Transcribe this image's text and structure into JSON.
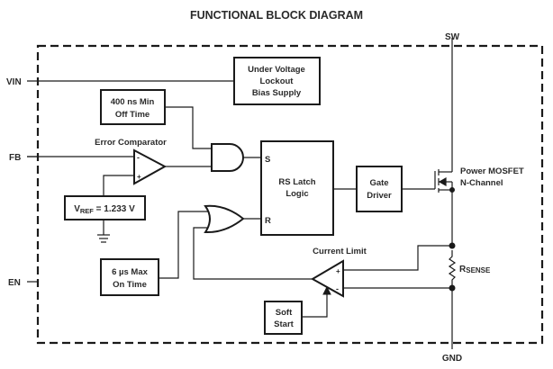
{
  "title": "FUNCTIONAL BLOCK DIAGRAM",
  "pins": {
    "vin": "VIN",
    "fb": "FB",
    "en": "EN",
    "sw": "SW",
    "gnd": "GND"
  },
  "blocks": {
    "uvlo": [
      "Under Voltage",
      "Lockout",
      "Bias Supply"
    ],
    "min_off": [
      "400 ns Min",
      "Off Time"
    ],
    "max_on": [
      "6 µs Max",
      "On Time"
    ],
    "vref": {
      "main": "V",
      "sub": "REF",
      "value": " = 1.233 V"
    },
    "rs_latch": [
      "RS Latch",
      "Logic"
    ],
    "gate_driver": [
      "Gate",
      "Driver"
    ],
    "soft_start": [
      "Soft",
      "Start"
    ]
  },
  "labels": {
    "error_comparator": "Error Comparator",
    "current_limit": "Current Limit",
    "latch_s": "S",
    "latch_r": "R",
    "mosfet": [
      "Power MOSFET",
      "N-Channel"
    ],
    "rsense": {
      "main": "R",
      "sub": "SENSE"
    },
    "minus": "-",
    "plus": "+"
  }
}
